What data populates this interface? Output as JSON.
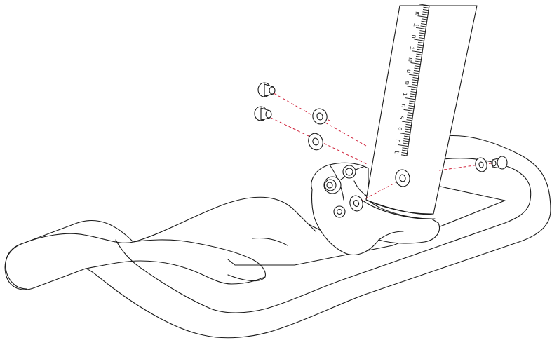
{
  "diagram": {
    "type": "assembly-exploded-view",
    "guide_line_color": "#d0243c",
    "line_color": "#1a1a1a",
    "background": "#ffffff",
    "seatpost_scale_marks": [
      "m",
      "i",
      "n",
      "i",
      "m",
      "u",
      "m",
      "i",
      "n",
      "s",
      "e",
      "r",
      "t"
    ]
  }
}
